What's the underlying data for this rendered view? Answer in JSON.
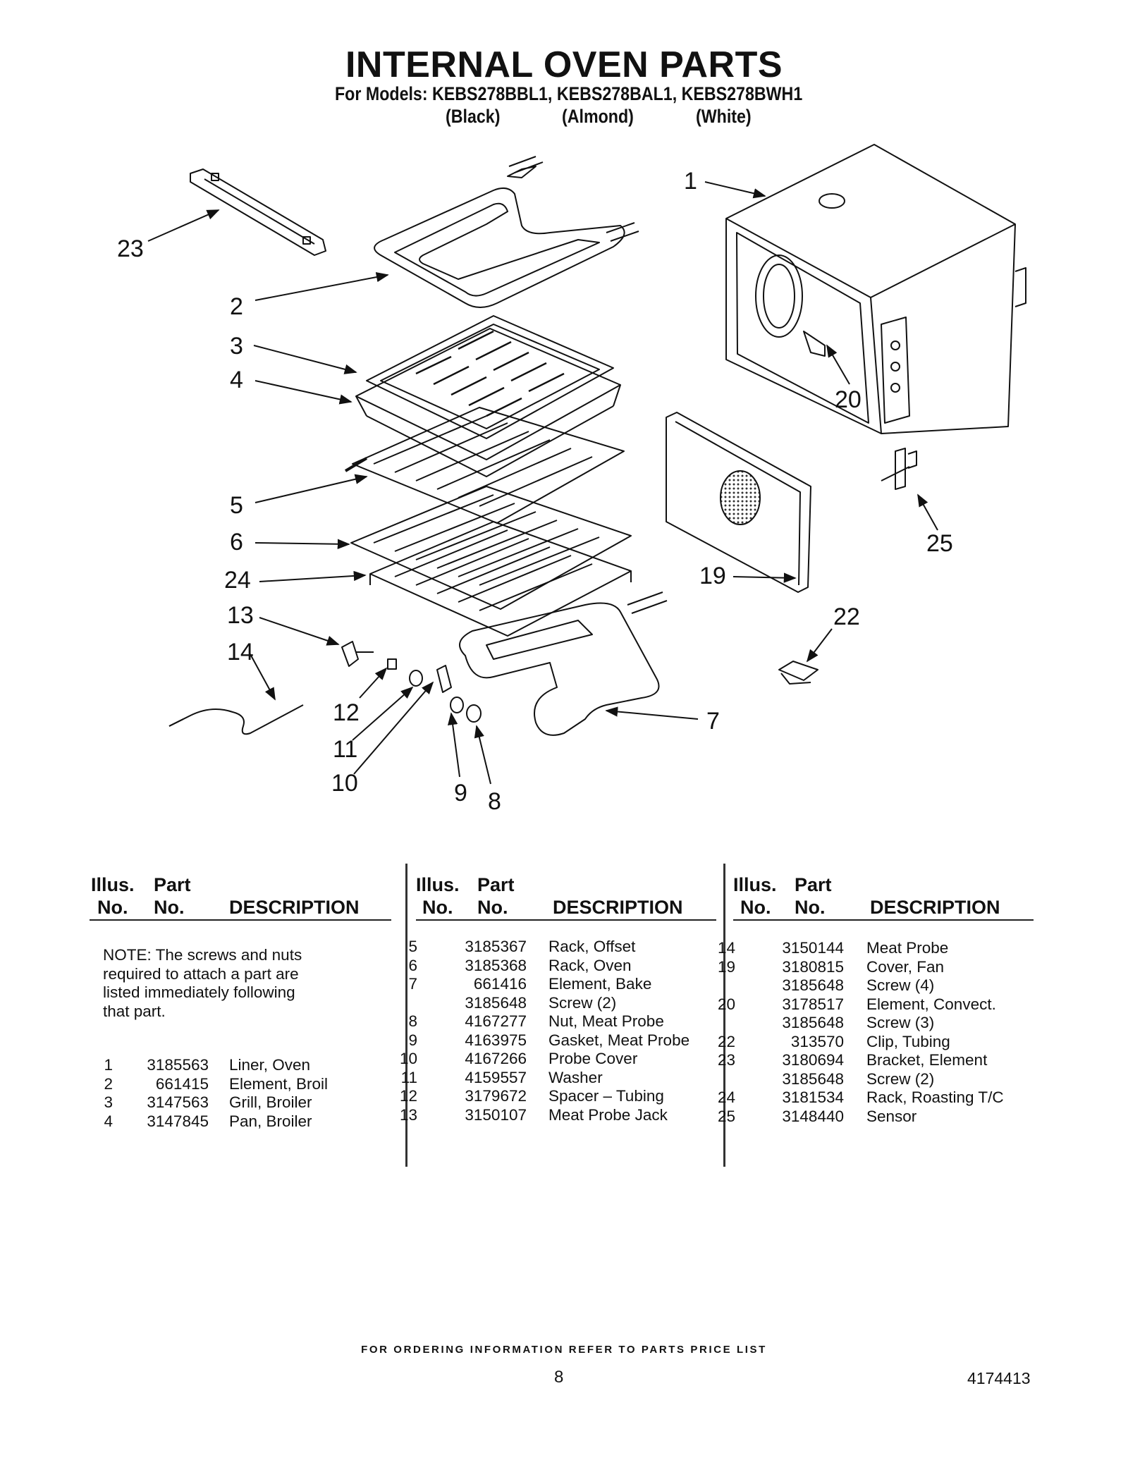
{
  "header": {
    "title": "INTERNAL OVEN PARTS",
    "models": "For Models: KEBS278BBL1, KEBS278BAL1, KEBS278BWH1",
    "colors": [
      "(Black)",
      "(Almond)",
      "(White)"
    ]
  },
  "diagram": {
    "callouts": [
      "1",
      "2",
      "3",
      "4",
      "5",
      "6",
      "7",
      "8",
      "9",
      "10",
      "11",
      "12",
      "13",
      "14",
      "19",
      "20",
      "22",
      "23",
      "24",
      "25"
    ]
  },
  "table": {
    "headers": {
      "illus": "Illus.",
      "no": "No.",
      "part": "Part",
      "description": "DESCRIPTION"
    },
    "note": "NOTE: The screws and nuts\nrequired to attach a part are\nlisted immediately following\nthat part.",
    "columns": [
      [
        {
          "no": "1",
          "part": "3185563",
          "desc": "Liner, Oven"
        },
        {
          "no": "2",
          "part": "661415",
          "desc": "Element, Broil"
        },
        {
          "no": "3",
          "part": "3147563",
          "desc": "Grill, Broiler"
        },
        {
          "no": "4",
          "part": "3147845",
          "desc": "Pan, Broiler"
        }
      ],
      [
        {
          "no": "5",
          "part": "3185367",
          "desc": "Rack, Offset"
        },
        {
          "no": "6",
          "part": "3185368",
          "desc": "Rack, Oven"
        },
        {
          "no": "7",
          "part": "661416",
          "desc": "Element, Bake"
        },
        {
          "no": "",
          "part": "3185648",
          "desc": "Screw (2)"
        },
        {
          "no": "8",
          "part": "4167277",
          "desc": "Nut, Meat Probe"
        },
        {
          "no": "9",
          "part": "4163975",
          "desc": "Gasket, Meat Probe"
        },
        {
          "no": "10",
          "part": "4167266",
          "desc": "Probe Cover"
        },
        {
          "no": "11",
          "part": "4159557",
          "desc": "Washer"
        },
        {
          "no": "12",
          "part": "3179672",
          "desc": "Spacer – Tubing"
        },
        {
          "no": "13",
          "part": "3150107",
          "desc": "Meat Probe Jack"
        }
      ],
      [
        {
          "no": "14",
          "part": "3150144",
          "desc": "Meat Probe"
        },
        {
          "no": "19",
          "part": "3180815",
          "desc": "Cover, Fan"
        },
        {
          "no": "",
          "part": "3185648",
          "desc": "Screw (4)"
        },
        {
          "no": "20",
          "part": "3178517",
          "desc": "Element, Convect."
        },
        {
          "no": "",
          "part": "3185648",
          "desc": "Screw (3)"
        },
        {
          "no": "22",
          "part": "313570",
          "desc": "Clip, Tubing"
        },
        {
          "no": "23",
          "part": "3180694",
          "desc": "Bracket, Element"
        },
        {
          "no": "",
          "part": "3185648",
          "desc": "Screw (2)"
        },
        {
          "no": "24",
          "part": "3181534",
          "desc": "Rack, Roasting T/C"
        },
        {
          "no": "25",
          "part": "3148440",
          "desc": "Sensor"
        }
      ]
    ]
  },
  "footer": {
    "ordering": "FOR ORDERING INFORMATION REFER TO PARTS PRICE LIST",
    "page": "8",
    "doc_number": "4174413"
  }
}
